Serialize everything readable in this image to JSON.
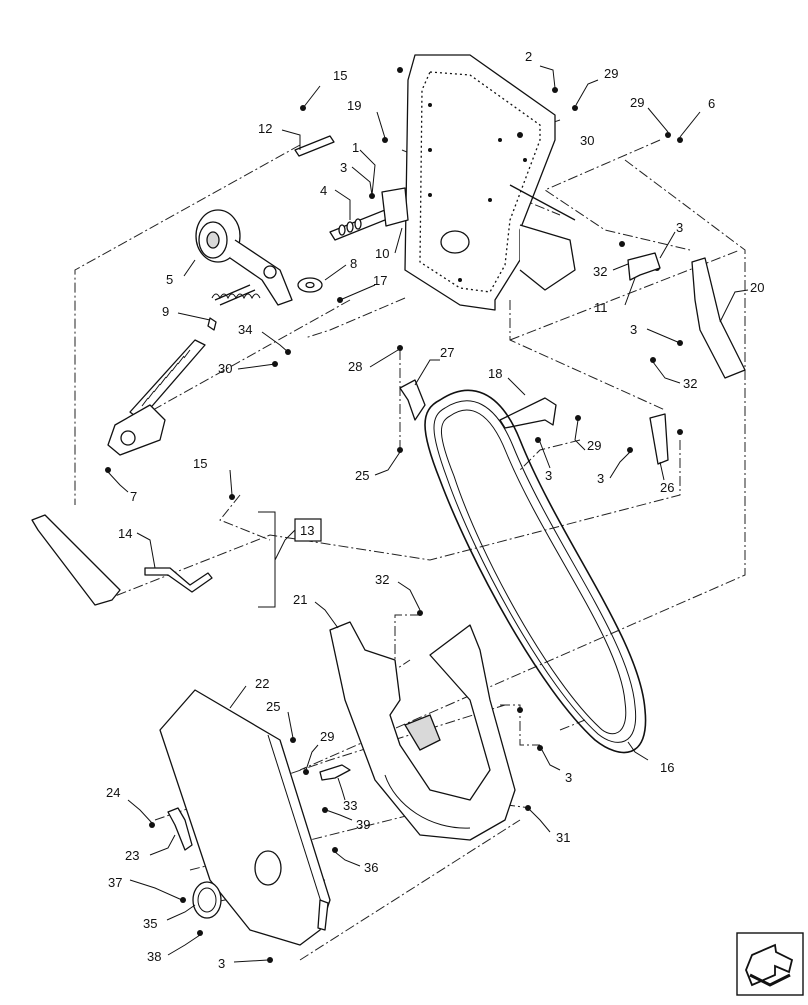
{
  "diagram": {
    "callouts": [
      {
        "id": "c15a",
        "text": "15"
      },
      {
        "id": "c2",
        "text": "2"
      },
      {
        "id": "c29a",
        "text": "29"
      },
      {
        "id": "c19",
        "text": "19"
      },
      {
        "id": "c29b",
        "text": "29"
      },
      {
        "id": "c6",
        "text": "6"
      },
      {
        "id": "c12",
        "text": "12"
      },
      {
        "id": "c30a",
        "text": "30"
      },
      {
        "id": "c1",
        "text": "1"
      },
      {
        "id": "c3a",
        "text": "3"
      },
      {
        "id": "c4",
        "text": "4"
      },
      {
        "id": "c10",
        "text": "10"
      },
      {
        "id": "c3b",
        "text": "3"
      },
      {
        "id": "c32a",
        "text": "32"
      },
      {
        "id": "c5",
        "text": "5"
      },
      {
        "id": "c8",
        "text": "8"
      },
      {
        "id": "c17",
        "text": "17"
      },
      {
        "id": "c11",
        "text": "11"
      },
      {
        "id": "c20",
        "text": "20"
      },
      {
        "id": "c9",
        "text": "9"
      },
      {
        "id": "c34",
        "text": "34"
      },
      {
        "id": "c3c",
        "text": "3"
      },
      {
        "id": "c28",
        "text": "28"
      },
      {
        "id": "c27",
        "text": "27"
      },
      {
        "id": "c30b",
        "text": "30"
      },
      {
        "id": "c32b",
        "text": "32"
      },
      {
        "id": "c18",
        "text": "18"
      },
      {
        "id": "c29c",
        "text": "29"
      },
      {
        "id": "c3d",
        "text": "3"
      },
      {
        "id": "c3e",
        "text": "3"
      },
      {
        "id": "c25a",
        "text": "25"
      },
      {
        "id": "c26",
        "text": "26"
      },
      {
        "id": "c7",
        "text": "7"
      },
      {
        "id": "c15b",
        "text": "15"
      },
      {
        "id": "c14",
        "text": "14"
      },
      {
        "id": "c13",
        "text": "13"
      },
      {
        "id": "c32c",
        "text": "32"
      },
      {
        "id": "c21",
        "text": "21"
      },
      {
        "id": "c22",
        "text": "22"
      },
      {
        "id": "c25b",
        "text": "25"
      },
      {
        "id": "c29d",
        "text": "29"
      },
      {
        "id": "c3f",
        "text": "3"
      },
      {
        "id": "c16",
        "text": "16"
      },
      {
        "id": "c24",
        "text": "24"
      },
      {
        "id": "c33",
        "text": "33"
      },
      {
        "id": "c39",
        "text": "39"
      },
      {
        "id": "c31",
        "text": "31"
      },
      {
        "id": "c23",
        "text": "23"
      },
      {
        "id": "c36",
        "text": "36"
      },
      {
        "id": "c37",
        "text": "37"
      },
      {
        "id": "c35",
        "text": "35"
      },
      {
        "id": "c38",
        "text": "38"
      },
      {
        "id": "c3g",
        "text": "3"
      }
    ]
  }
}
